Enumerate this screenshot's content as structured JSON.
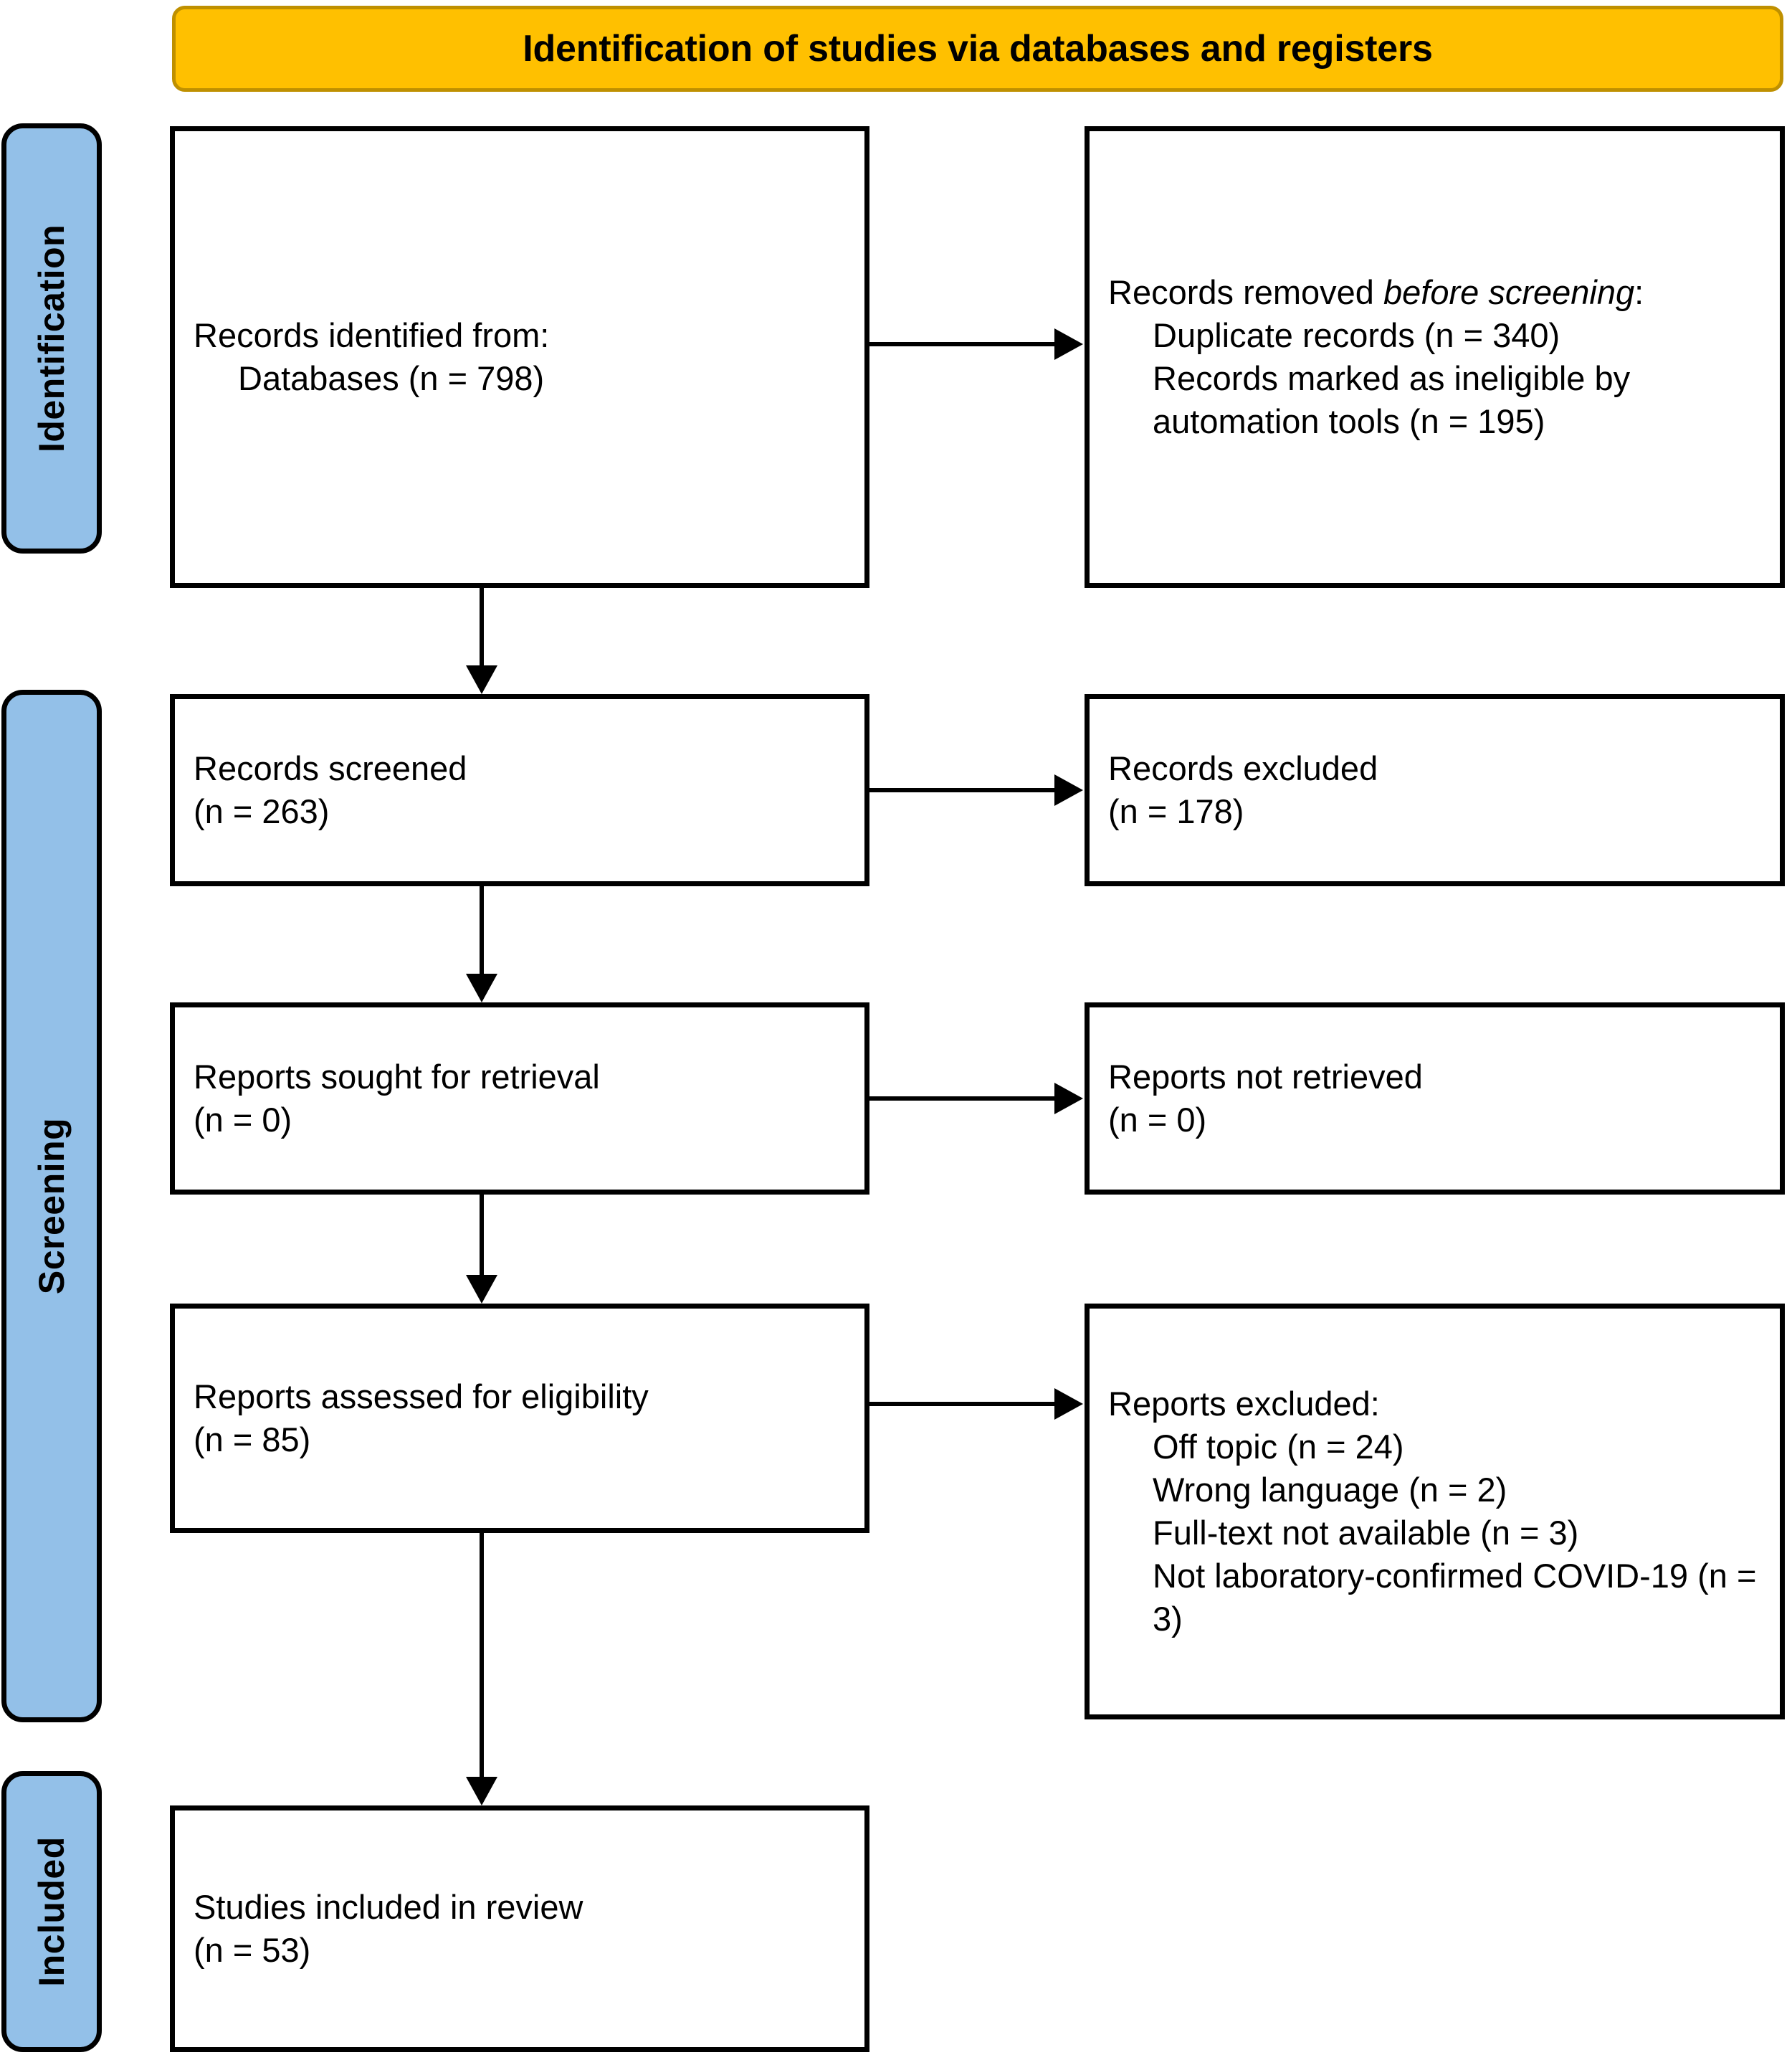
{
  "header": {
    "title": "Identification of studies via databases and registers",
    "fill_color": "#FFC000",
    "border_color": "#BF9000"
  },
  "stages": [
    {
      "id": "identification",
      "label": "Identification",
      "fill_color": "#93C0E8"
    },
    {
      "id": "screening",
      "label": "Screening",
      "fill_color": "#93C0E8"
    },
    {
      "id": "included",
      "label": "Included",
      "fill_color": "#93C0E8"
    }
  ],
  "boxes": {
    "identified": {
      "line1": "Records identified from:",
      "line2": "Databases (n = 798)"
    },
    "removed_before_screening": {
      "lead_plain": "Records removed ",
      "lead_italic": "before screening",
      "lead_colon": ":",
      "items": [
        "Duplicate records (n = 340)",
        "Records marked as ineligible by automation tools (n = 195)"
      ]
    },
    "screened": {
      "line1": "Records screened",
      "line2": "(n = 263)"
    },
    "records_excluded": {
      "line1": "Records excluded",
      "line2": "(n = 178)"
    },
    "sought_for_retrieval": {
      "line1": "Reports sought for retrieval",
      "line2": "(n = 0)"
    },
    "not_retrieved": {
      "line1": "Reports not retrieved",
      "line2": "(n = 0)"
    },
    "assessed_for_eligibility": {
      "line1": "Reports assessed for eligibility",
      "line2": "(n = 85)"
    },
    "reports_excluded": {
      "lead": "Reports excluded:",
      "items": [
        "Off topic (n = 24)",
        "Wrong language (n = 2)",
        "Full-text not available (n = 3)",
        "Not laboratory-confirmed COVID-19 (n = 3)"
      ]
    },
    "included_in_review": {
      "line1": "Studies included in review",
      "line2": "(n = 53)"
    }
  },
  "flow_data": {
    "type": "prisma-flow",
    "records_identified_databases": 798,
    "duplicate_records_removed": 340,
    "records_marked_ineligible_automation": 195,
    "records_screened": 263,
    "records_excluded": 178,
    "reports_sought_for_retrieval": 0,
    "reports_not_retrieved": 0,
    "reports_assessed_for_eligibility": 85,
    "reports_excluded_off_topic": 24,
    "reports_excluded_wrong_language": 2,
    "reports_excluded_full_text_unavailable": 3,
    "reports_excluded_not_lab_confirmed_covid19": 3,
    "studies_included_in_review": 53
  }
}
